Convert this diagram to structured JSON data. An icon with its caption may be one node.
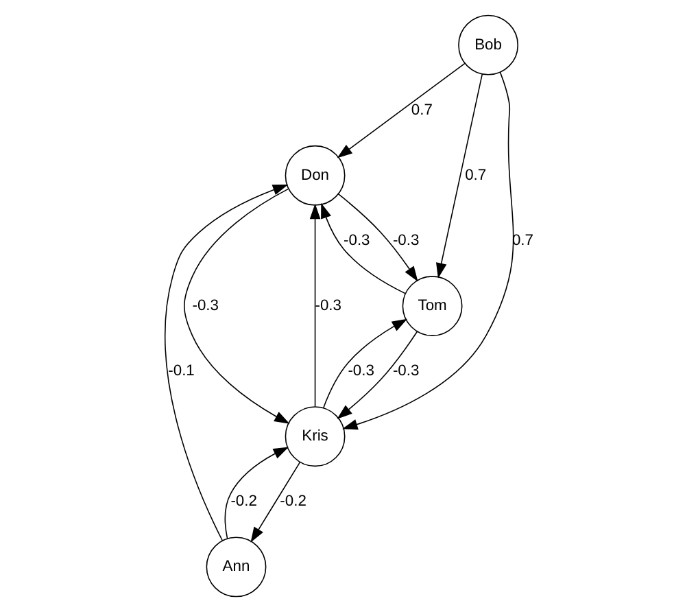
{
  "diagram": {
    "nodes": [
      {
        "text": [
          "Don"
        ]
      },
      {
        "text": [
          "Ann"
        ]
      },
      {
        "text": [
          "Bob"
        ]
      },
      {
        "text": [
          "Tom"
        ]
      },
      {
        "text": [
          "Kris"
        ]
      }
    ],
    "edges": [
      {
        "from": 1,
        "to": 0,
        "arrow": "to",
        "label": "-0.1"
      },
      {
        "from": 0,
        "to": 3,
        "arrow": "to",
        "label": "-0.3"
      },
      {
        "from": 3,
        "to": 0,
        "arrow": "to",
        "label": "-0.3"
      },
      {
        "from": 2,
        "to": 0,
        "arrow": "to",
        "label": "0.7"
      },
      {
        "from": 0,
        "to": 4,
        "arrow": "to",
        "label": "-0.3"
      },
      {
        "from": 4,
        "to": 0,
        "arrow": "to",
        "label": "-0.3"
      },
      {
        "from": 1,
        "to": 4,
        "arrow": "to",
        "label": "-0.2"
      },
      {
        "from": 4,
        "to": 1,
        "arrow": "to",
        "label": "-0.2"
      },
      {
        "from": 2,
        "to": 3,
        "arrow": "to",
        "label": "0.7"
      },
      {
        "from": 2,
        "to": 4,
        "arrow": "to",
        "label": "0.7"
      },
      {
        "from": 4,
        "to": 3,
        "arrow": "to",
        "label": "-0.3"
      },
      {
        "from": 3,
        "to": 4,
        "arrow": "to",
        "label": "-0.3"
      }
    ]
  }
}
